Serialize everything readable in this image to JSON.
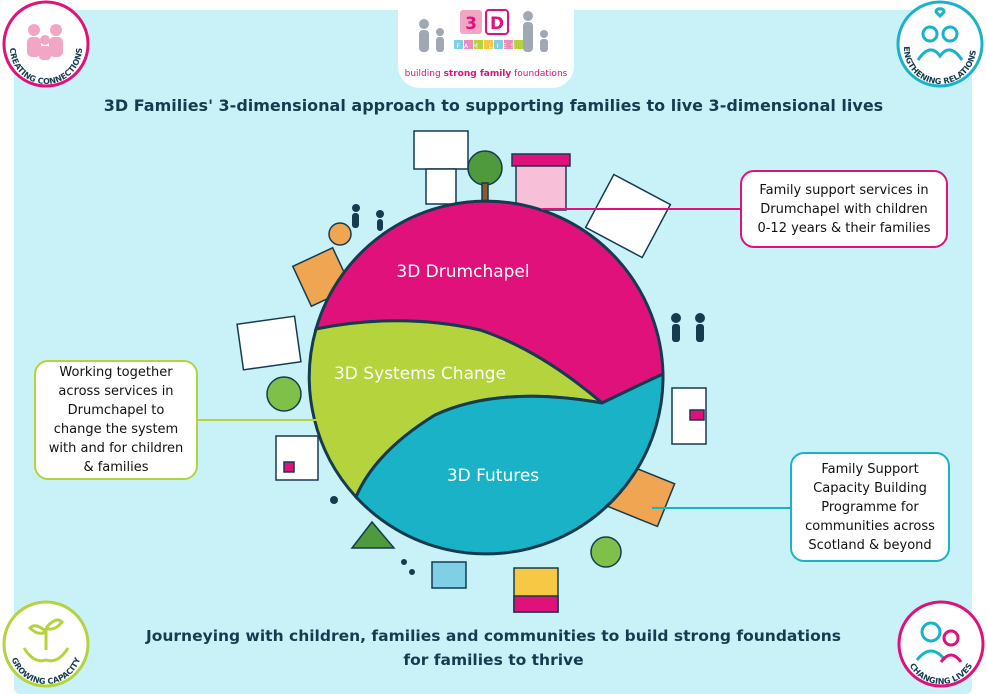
{
  "logo": {
    "tagline_prefix": "building ",
    "tagline_strong": "strong family",
    "tagline_suffix": " foundations",
    "letters": [
      "3",
      "D"
    ],
    "sub_letters": "FAMILIES"
  },
  "title": "3D Families' 3-dimensional approach to supporting families to live 3-dimensional lives",
  "corners": {
    "top_left": "CREATING CONNECTIONS",
    "top_right": "STRENGTHENING RELATIONSHIPS",
    "bottom_left": "GROWING CAPACITY",
    "bottom_right": "CHANGING LIVES"
  },
  "segments": {
    "top": "3D Drumchapel",
    "middle": "3D Systems Change",
    "bottom": "3D Futures"
  },
  "callouts": {
    "pink": "Family support services in Drumchapel with children 0-12 years & their families",
    "green": "Working together across services in Drumchapel to change the system with and for children & families",
    "teal": "Family Support Capacity Building Programme for communities across Scotland & beyond"
  },
  "footer": {
    "line1": "Journeying with children, families and communities to build strong foundations",
    "line2": "for families to thrive"
  },
  "colors": {
    "pink": "#e0117a",
    "green": "#b4d33c",
    "teal": "#1ab2c6",
    "navy": "#153b4f",
    "background": "#c8f2f8"
  }
}
